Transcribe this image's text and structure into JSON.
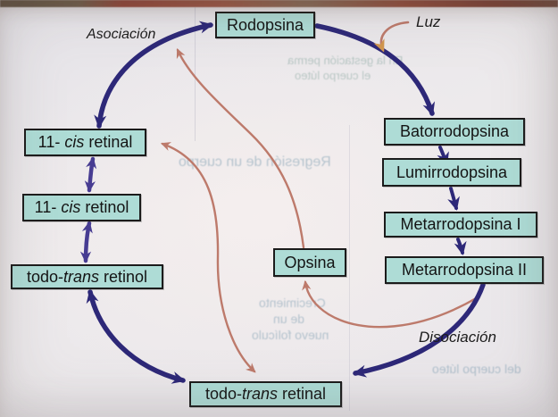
{
  "diagram_type": "cycle-diagram (rhodopsin visual cycle)",
  "labels": {
    "asociacion": "Asociación",
    "disociacion": "Disociación",
    "luz": "Luz"
  },
  "nodes": {
    "rodopsina": {
      "label": "Rodopsina"
    },
    "batorrodopsina": {
      "label": "Batorrodopsina"
    },
    "lumirrodopsina": {
      "label": "Lumirrodopsina"
    },
    "metarrodopsina_1": {
      "label": "Metarrodopsina I"
    },
    "metarrodopsina_2": {
      "label": "Metarrodopsina II"
    },
    "opsina": {
      "label": "Opsina"
    },
    "cis_retinal": {
      "pre": "11-",
      "it": " cis",
      "post": " retinal"
    },
    "cis_retinol": {
      "pre": "11-",
      "it": " cis",
      "post": " retinol"
    },
    "trans_retinol": {
      "pre": "todo-",
      "it": "trans",
      "post": " retinol"
    },
    "trans_retinal": {
      "pre": "todo-",
      "it": "trans",
      "post": " retinal"
    }
  },
  "edges": [
    {
      "from": "11-cis retinal",
      "to": "Rodopsina",
      "label": "Asociación",
      "direction": "bidirectional",
      "color": "primary"
    },
    {
      "from": "Rodopsina",
      "to": "Batorrodopsina",
      "trigger": "Luz",
      "direction": "one-way",
      "color": "primary"
    },
    {
      "from": "Batorrodopsina",
      "to": "Lumirrodopsina",
      "direction": "one-way",
      "color": "primary"
    },
    {
      "from": "Lumirrodopsina",
      "to": "Metarrodopsina I",
      "direction": "one-way",
      "color": "primary"
    },
    {
      "from": "Metarrodopsina I",
      "to": "Metarrodopsina II",
      "direction": "one-way",
      "color": "primary"
    },
    {
      "from": "Metarrodopsina II",
      "to": "todo-trans retinal",
      "label": "Disociación",
      "direction": "one-way",
      "color": "primary"
    },
    {
      "from": "todo-trans retinal",
      "to": "todo-trans retinol",
      "direction": "bidirectional",
      "color": "primary"
    },
    {
      "from": "todo-trans retinol",
      "to": "11-cis retinol",
      "direction": "bidirectional",
      "color": "secondary"
    },
    {
      "from": "11-cis retinol",
      "to": "11-cis retinal",
      "direction": "bidirectional",
      "color": "secondary"
    },
    {
      "from": "Metarrodopsina II",
      "to": "Opsina",
      "direction": "one-way",
      "color": "salmon"
    },
    {
      "from": "Opsina",
      "to": "Rodopsina",
      "direction": "one-way",
      "color": "salmon"
    },
    {
      "from": "todo-trans retinal",
      "to": "11-cis retinal",
      "direction": "bidirectional",
      "color": "salmon"
    }
  ],
  "bleedthrough": [
    "En la gestación perma",
    "el cuerpo lúteo",
    "Regresión de un cuerpo",
    "Crecimiento",
    "de un",
    "nuevo folículo",
    "del cuerpo lúteo"
  ],
  "colors": {
    "box_fill": "#aedcd6",
    "box_border": "#1b1b1b",
    "arrow_primary": "#2d2878",
    "arrow_secondary": "#473c92",
    "arrow_salmon": "#bd7a6b",
    "arrow_luz": "#d2964f",
    "paper": "#eae8ec"
  }
}
